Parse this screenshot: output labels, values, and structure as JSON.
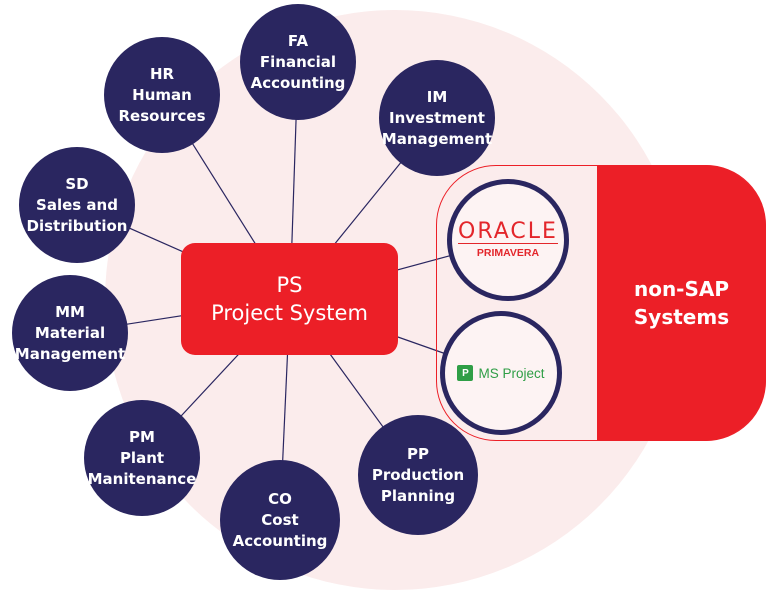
{
  "center": {
    "code": "PS",
    "name": "Project System"
  },
  "modules": [
    {
      "id": "fa",
      "code": "FA",
      "name": [
        "Financial",
        "Accounting"
      ]
    },
    {
      "id": "im",
      "code": "IM",
      "name": [
        "Investment",
        "Management"
      ]
    },
    {
      "id": "hr",
      "code": "HR",
      "name": [
        "Human",
        "Resources"
      ]
    },
    {
      "id": "sd",
      "code": "SD",
      "name": [
        "Sales and",
        "Distribution"
      ]
    },
    {
      "id": "mm",
      "code": "MM",
      "name": [
        "Material",
        "Management"
      ]
    },
    {
      "id": "pm",
      "code": "PM",
      "name": [
        "Plant",
        "Manitenance"
      ]
    },
    {
      "id": "co",
      "code": "CO",
      "name": [
        "Cost",
        "Accounting"
      ]
    },
    {
      "id": "pp",
      "code": "PP",
      "name": [
        "Production",
        "Planning"
      ]
    }
  ],
  "non_sap": {
    "title": [
      "non-SAP",
      "Systems"
    ],
    "oracle": {
      "brand": "ORACLE",
      "product": "PRIMAVERA"
    },
    "ms_project": {
      "icon": "ms-project-icon",
      "label": "MS Project"
    }
  },
  "colors": {
    "navy": "#2a2660",
    "red": "#ec1f27",
    "green": "#2f9e46"
  }
}
